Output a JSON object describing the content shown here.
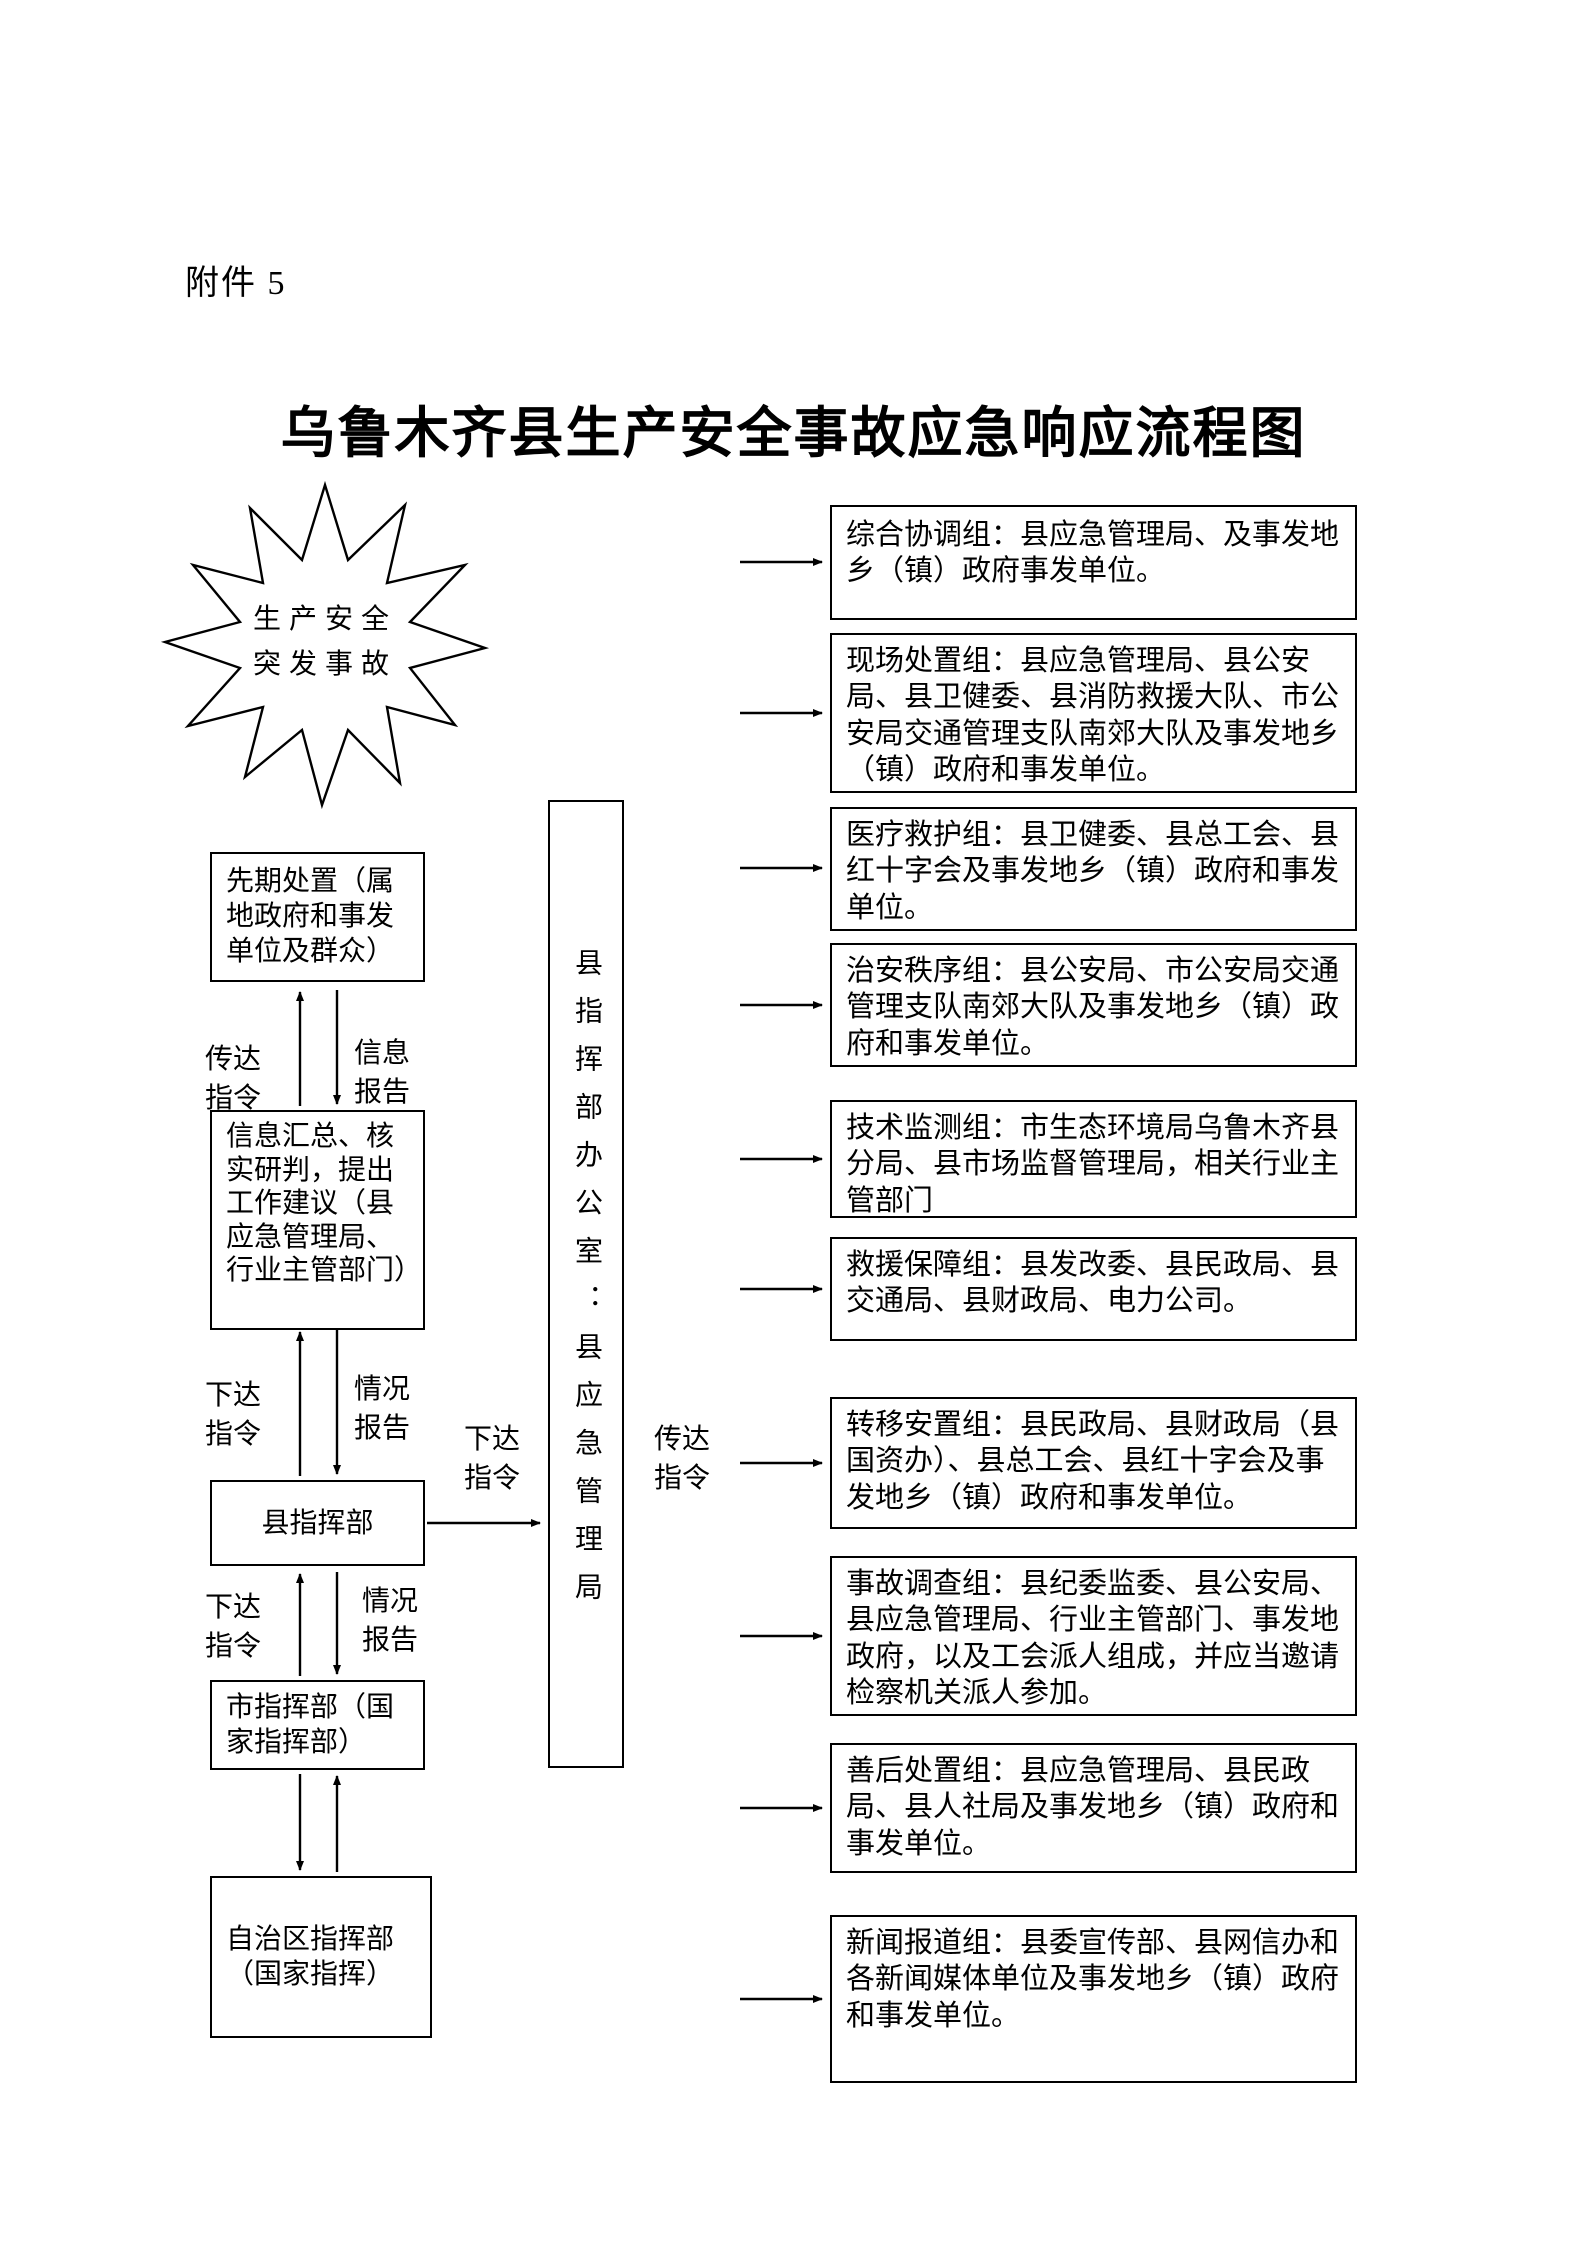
{
  "doc": {
    "attachment": "附件 5",
    "title": "乌鲁木齐县生产安全事故应急响应流程图"
  },
  "incident": {
    "line1": "生产安全",
    "line2": "突发事故"
  },
  "chain": {
    "initial": "先期处置（属地政府和事发单位及群众）",
    "summary": "信息汇总、核实研判，提出工作建议（县应急管理局、行业主管部门）",
    "county": "县指挥部",
    "city": "市指挥部（国家指挥部）",
    "region": "自治区指挥部（国家指挥）"
  },
  "office": {
    "text": "县指挥部办公室：县应急管理局"
  },
  "labels": {
    "convey_up": "传达指令",
    "info_report": "信息报告",
    "issue_order_1": "下达指令",
    "situation_report_1": "情况报告",
    "issue_order_2": "下达指令",
    "situation_report_2": "情况报告",
    "issue_order_office": "下达指令",
    "convey_office": "传达指令"
  },
  "groups": [
    {
      "text": "综合协调组：县应急管理局、及事发地乡（镇）政府事发单位。"
    },
    {
      "text": "现场处置组：县应急管理局、县公安局、县卫健委、县消防救援大队、市公安局交通管理支队南郊大队及事发地乡（镇）政府和事发单位。"
    },
    {
      "text": "医疗救护组：县卫健委、县总工会、县红十字会及事发地乡（镇）政府和事发单位。"
    },
    {
      "text": "治安秩序组：县公安局、市公安局交通管理支队南郊大队及事发地乡（镇）政府和事发单位。"
    },
    {
      "text": "技术监测组：市生态环境局乌鲁木齐县分局、县市场监督管理局，相关行业主管部门"
    },
    {
      "text": "救援保障组：县发改委、县民政局、县交通局、县财政局、电力公司。"
    },
    {
      "text": "转移安置组：县民政局、县财政局（县国资办）、县总工会、县红十字会及事发地乡（镇）政府和事发单位。"
    },
    {
      "text": "事故调查组：县纪委监委、县公安局、县应急管理局、行业主管部门、事发地政府，以及工会派人组成，并应当邀请检察机关派人参加。"
    },
    {
      "text": "善后处置组：县应急管理局、县民政局、县人社局及事发地乡（镇）政府和事发单位。"
    },
    {
      "text": "新闻报道组：县委宣传部、县网信办和各新闻媒体单位及事发地乡（镇）政府和事发单位。"
    }
  ]
}
